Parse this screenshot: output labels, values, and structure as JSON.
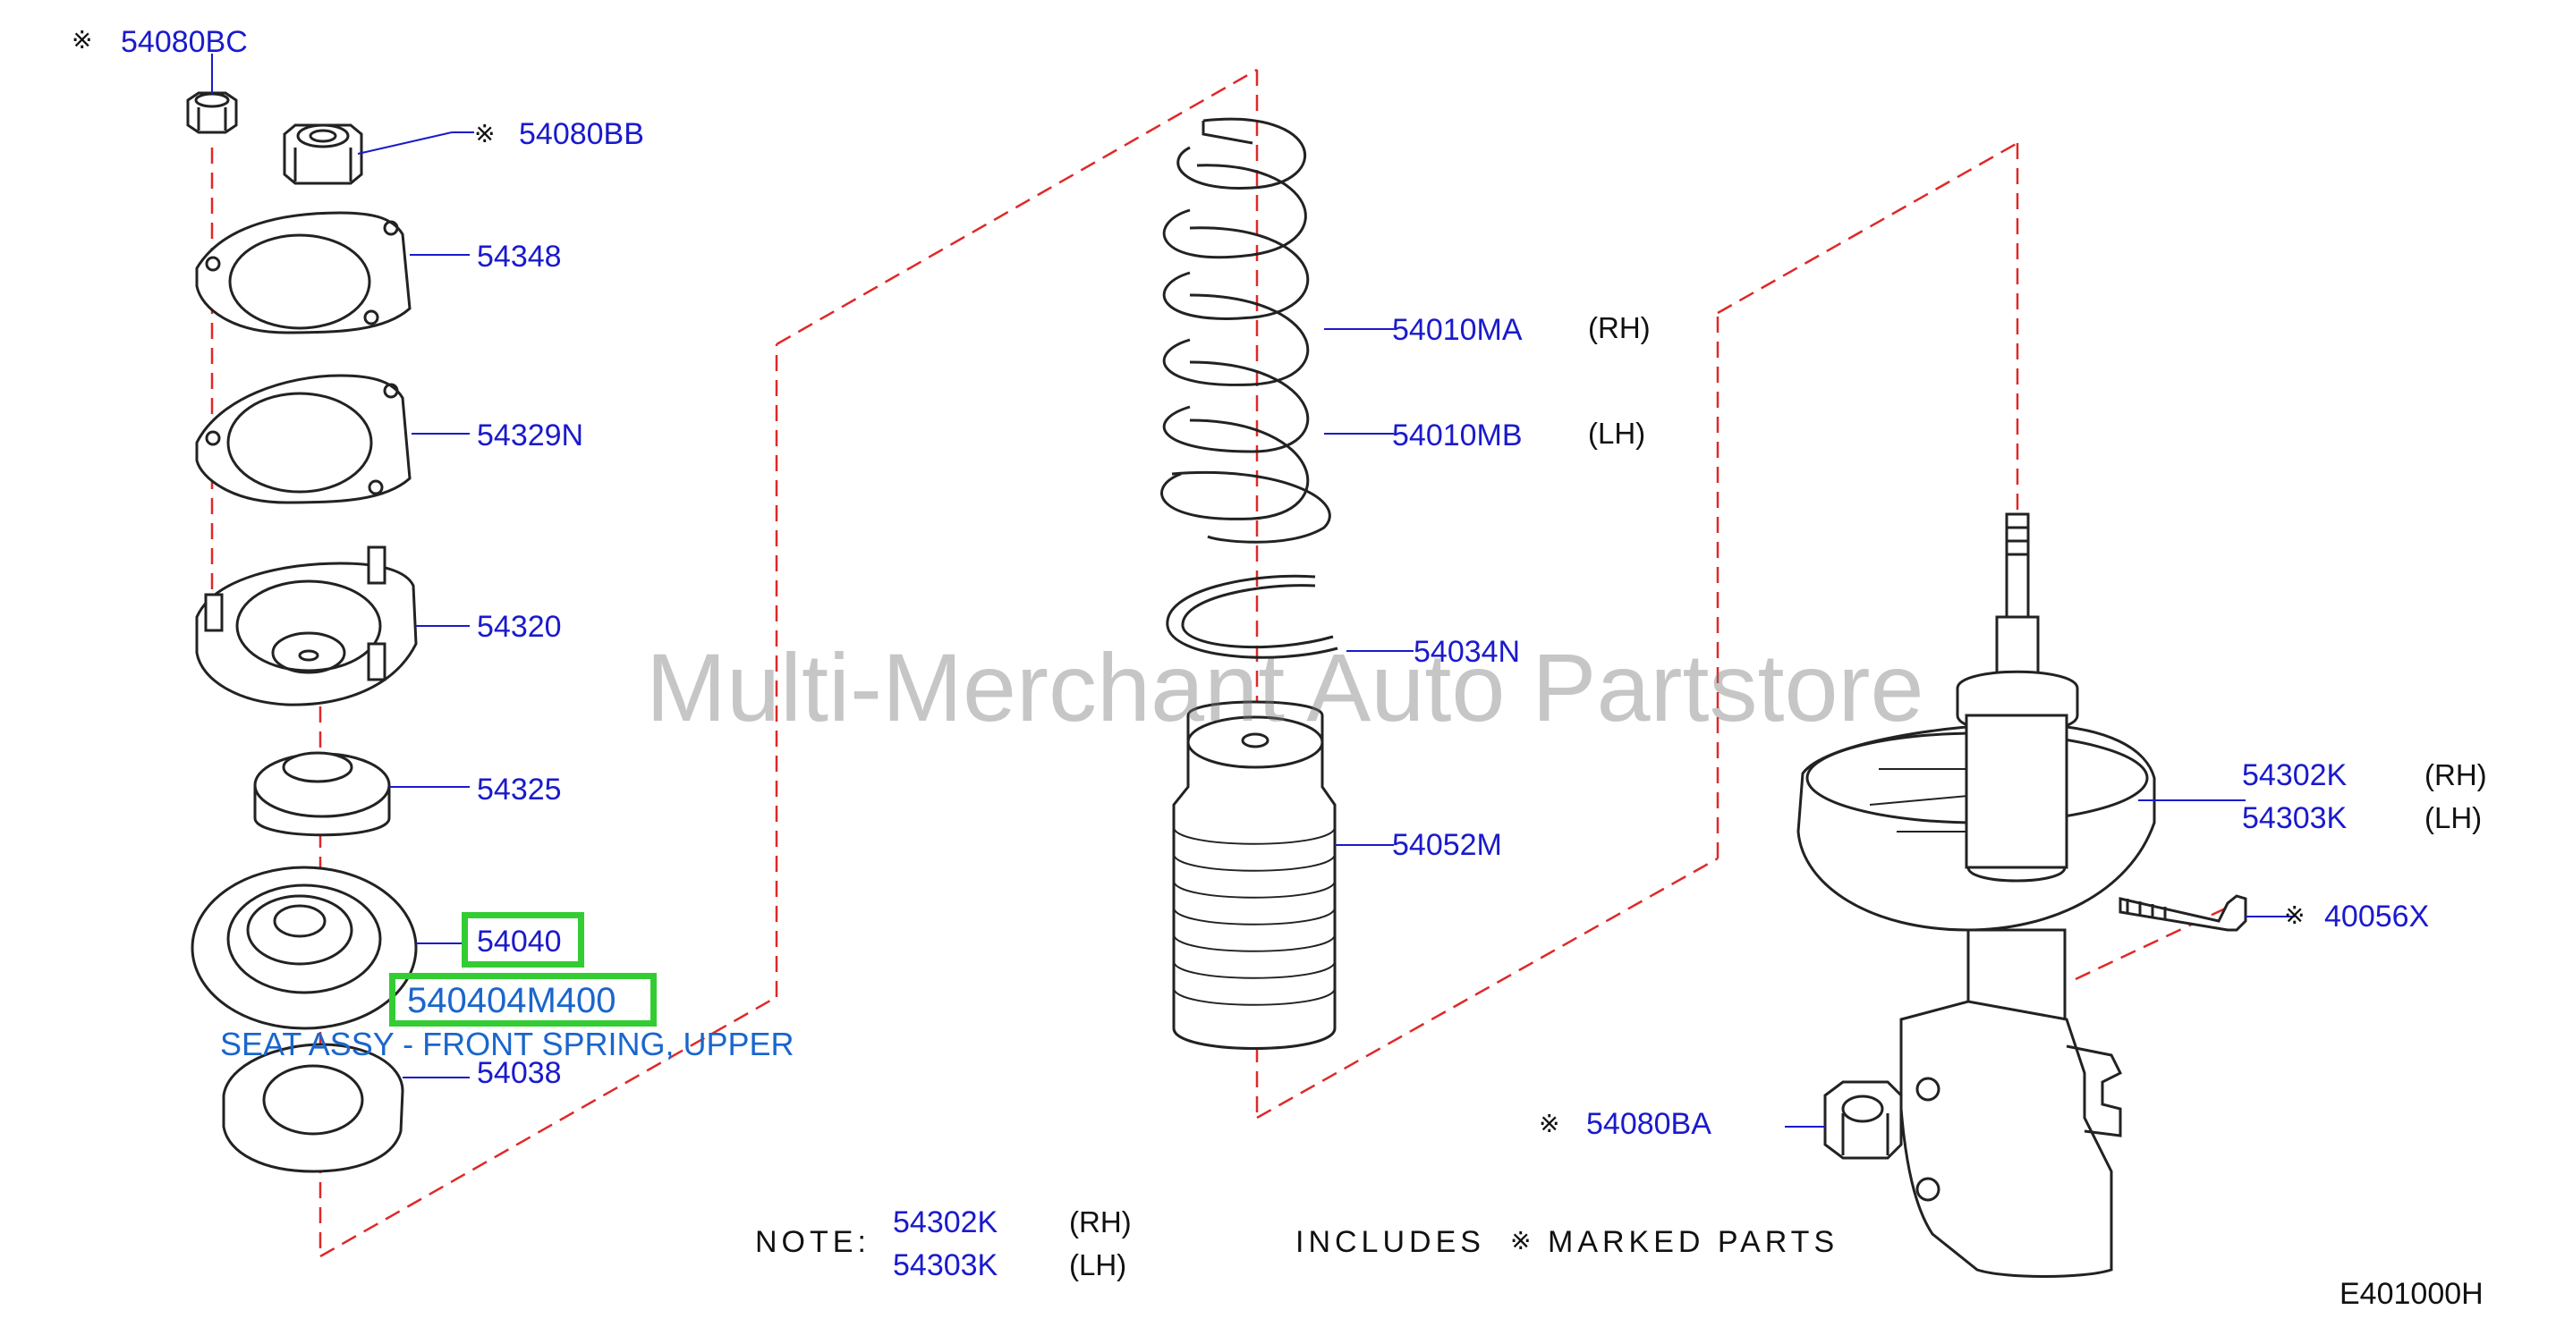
{
  "watermark": "Multi-Merchant Auto Partstore",
  "diagram_code": "E401000H",
  "asterisk": "※",
  "parts": {
    "p54080BC": "54080BC",
    "p54080BB": "54080BB",
    "p54348": "54348",
    "p54329N": "54329N",
    "p54320": "54320",
    "p54325": "54325",
    "p54040": "54040",
    "p54038": "54038",
    "p54010MA": "54010MA",
    "p54010MB": "54010MB",
    "p54034N": "54034N",
    "p54052M": "54052M",
    "p54302K": "54302K",
    "p54303K": "54303K",
    "p40056X": "40056X",
    "p54080BA": "54080BA"
  },
  "sides": {
    "rh": "(RH)",
    "lh": "(LH)"
  },
  "highlight": {
    "part_number": "540404M400",
    "description": "SEAT ASSY - FRONT SPRING, UPPER"
  },
  "note": {
    "label": "NOTE:",
    "rh_part": "54302K",
    "lh_part": "54303K",
    "rh": "(RH)",
    "lh": "(LH)",
    "includes": "INCLUDES",
    "marked_parts": "MARKED  PARTS"
  }
}
